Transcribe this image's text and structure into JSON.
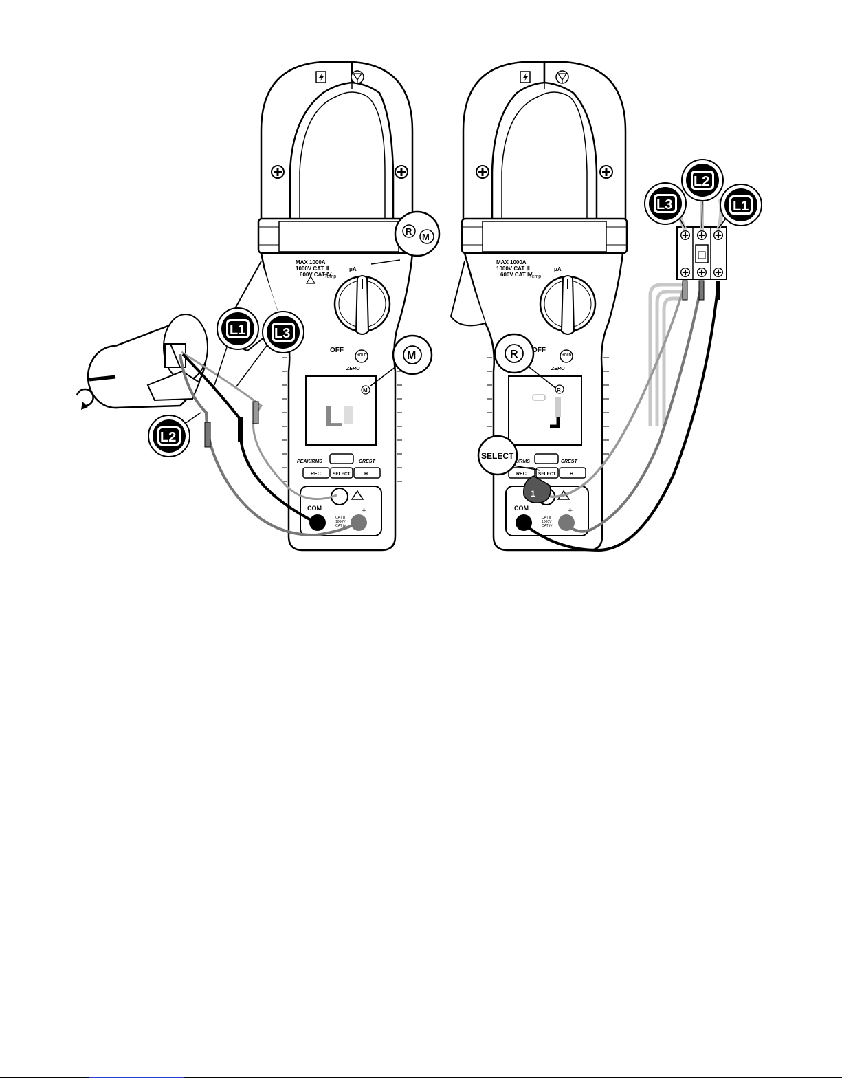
{
  "figure": {
    "left_meter": {
      "spec_lines": [
        "MAX 1000A",
        "1000V CAT Ⅲ",
        "600V CAT Ⅳ"
      ],
      "buttons": {
        "left": "REC",
        "middle": "SELECT",
        "right": "H"
      },
      "labels": {
        "peak": "PEAK/RMS",
        "crest": "CREST",
        "off": "OFF",
        "hold": "HOLD",
        "zero": "ZERO",
        "temp": "Temp",
        "ua": "μA"
      },
      "jacks": {
        "com": "COM",
        "plus": "+",
        "cat": "CAT Ⅲ",
        "volts": "1000V",
        "cat2": "CAT Ⅳ"
      },
      "display_text": "L",
      "callout_rm": [
        "R",
        "M"
      ],
      "callout_m": "M",
      "display_indicator": "M"
    },
    "right_meter": {
      "spec_lines": [
        "MAX 1000A",
        "1000V CAT Ⅲ",
        "600V CAT Ⅳ"
      ],
      "buttons": {
        "left": "REC",
        "middle": "SELECT",
        "right": "H"
      },
      "labels": {
        "peak": "PEAK/RMS",
        "crest": "CREST",
        "off": "OFF",
        "hold": "HOLD",
        "zero": "ZERO",
        "temp": "Temp",
        "ua": "μA"
      },
      "jacks": {
        "com": "COM",
        "plus": "+",
        "cat": "CAT Ⅲ",
        "volts": "1000V",
        "cat2": "CAT Ⅳ"
      },
      "display_indicator": "R",
      "callout_r": "R",
      "select_callout": "SELECT",
      "step_number": "1"
    },
    "phase_labels": {
      "l1": "L1",
      "l2": "L2",
      "l3": "L3"
    },
    "colors": {
      "ink": "#000000",
      "gray_lead": "#7a7a7a",
      "light_gray": "#c8c8c8",
      "footer_link": "#2a3fd8"
    },
    "icons": [
      "lightning-icon",
      "antenna-icon",
      "plus-screw-icon",
      "rotation-arrow-icon",
      "warning-triangle-icon"
    ]
  }
}
